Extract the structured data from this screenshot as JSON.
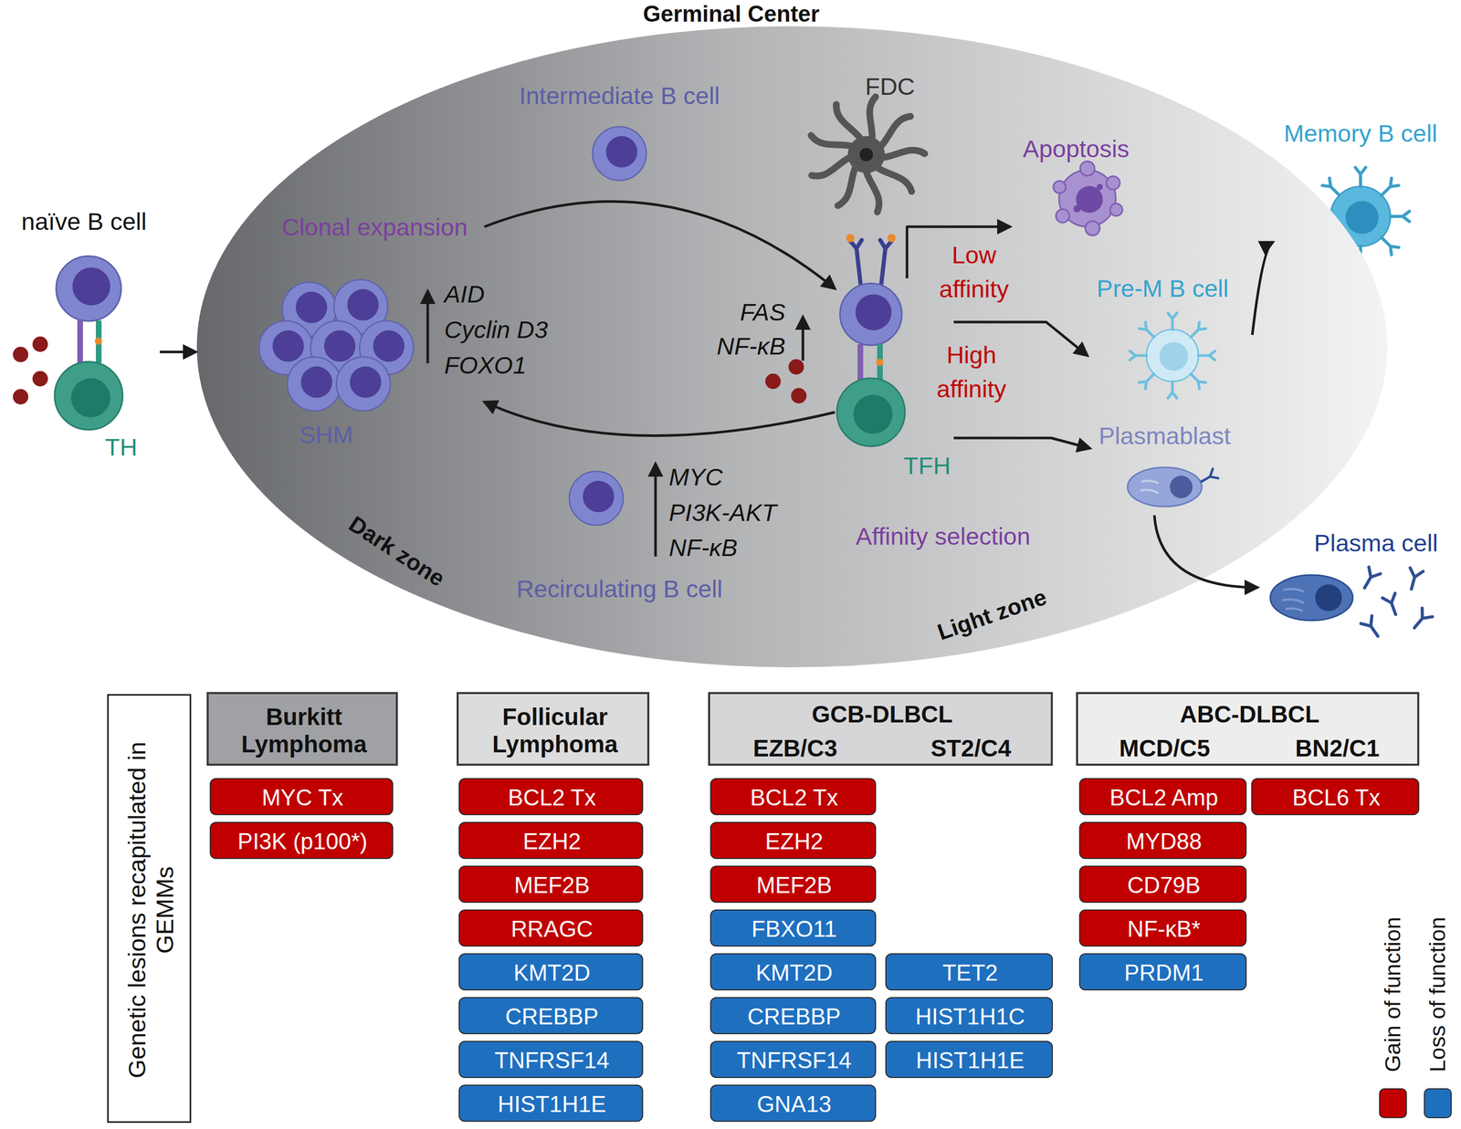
{
  "diagram": {
    "nodes": [
      {
        "text": [
          "Germinal Center",
          "Dark zone",
          "Light zone"
        ]
      },
      {
        "text": [
          "naïve B cell"
        ]
      },
      {
        "text": [
          "TH"
        ],
        "in": 1
      },
      {
        "text": [
          "Clonal expansion",
          "SHM"
        ],
        "in": 0
      },
      {
        "text": [
          "Intermediate B cell"
        ],
        "in": 0
      },
      {
        "text": [
          "FDC"
        ],
        "in": 0
      },
      {
        "text": [
          "TFH"
        ],
        "in": 0
      },
      {
        "text": [
          "Recirculating B cell"
        ],
        "in": 0
      },
      {
        "text": [
          "Apoptosis"
        ],
        "in": 0
      },
      {
        "text": [
          "Pre-M B cell"
        ],
        "in": 0
      },
      {
        "text": [
          "Plasmablast"
        ],
        "in": 0
      },
      {
        "text": [
          "Memory B cell"
        ]
      },
      {
        "text": [
          "Plasma cell"
        ]
      },
      {
        "text": [
          "Genetic lesions recapitulated in GEMMs"
        ]
      },
      {
        "text": [
          "Burkitt Lymphoma"
        ]
      },
      {
        "text": [
          "MYC Tx"
        ]
      },
      {
        "text": [
          "PI3K (p100*)"
        ]
      },
      {
        "text": [
          "Follicular Lymphoma"
        ]
      },
      {
        "text": [
          "BCL2 Tx"
        ]
      },
      {
        "text": [
          "EZH2"
        ]
      },
      {
        "text": [
          "MEF2B"
        ]
      },
      {
        "text": [
          "RRAGC"
        ]
      },
      {
        "text": [
          "KMT2D"
        ]
      },
      {
        "text": [
          "CREBBP"
        ]
      },
      {
        "text": [
          "TNFRSF14"
        ]
      },
      {
        "text": [
          "HIST1H1E"
        ]
      },
      {
        "text": [
          "GCB-DLBCL",
          "EZB/C3",
          "ST2/C4"
        ]
      },
      {
        "text": [
          "BCL2 Tx"
        ]
      },
      {
        "text": [
          "EZH2"
        ]
      },
      {
        "text": [
          "MEF2B"
        ]
      },
      {
        "text": [
          "FBXO11"
        ]
      },
      {
        "text": [
          "KMT2D"
        ]
      },
      {
        "text": [
          "CREBBP"
        ]
      },
      {
        "text": [
          "TNFRSF14"
        ]
      },
      {
        "text": [
          "GNA13"
        ]
      },
      {
        "text": [
          "TET2"
        ]
      },
      {
        "text": [
          "HIST1H1C"
        ]
      },
      {
        "text": [
          "HIST1H1E"
        ]
      },
      {
        "text": [
          "ABC-DLBCL",
          "MCD/C5",
          "BN2/C1"
        ]
      },
      {
        "text": [
          "BCL2 Amp"
        ]
      },
      {
        "text": [
          "MYD88"
        ]
      },
      {
        "text": [
          "CD79B"
        ]
      },
      {
        "text": [
          "NF-κB*"
        ]
      },
      {
        "text": [
          "PRDM1"
        ]
      },
      {
        "text": [
          "BCL6 Tx"
        ]
      }
    ],
    "edges": [
      {
        "from": 1,
        "to": 0,
        "arrow": "to"
      },
      {
        "from": 3,
        "to": 6,
        "arrow": "to"
      },
      {
        "from": 6,
        "to": 3,
        "arrow": "to"
      },
      {
        "from": 6,
        "to": 8,
        "label": "Low affinity",
        "arrow": "to"
      },
      {
        "from": 6,
        "to": 9,
        "label": "High affinity",
        "arrow": "to"
      },
      {
        "from": 6,
        "to": 10,
        "arrow": "to"
      },
      {
        "from": 9,
        "to": 11,
        "arrow": "to"
      },
      {
        "from": 10,
        "to": 12,
        "arrow": "to"
      }
    ],
    "labels": [
      "AID",
      "Cyclin D3",
      "FOXO1",
      "FAS",
      "NF-κB",
      "MYC",
      "PI3K-AKT",
      "NF-κB",
      "Affinity selection"
    ],
    "legend": [
      {
        "text": "Gain of function",
        "color": "#c00000"
      },
      {
        "text": "Loss of function",
        "color": "#1f6fbf"
      }
    ]
  }
}
